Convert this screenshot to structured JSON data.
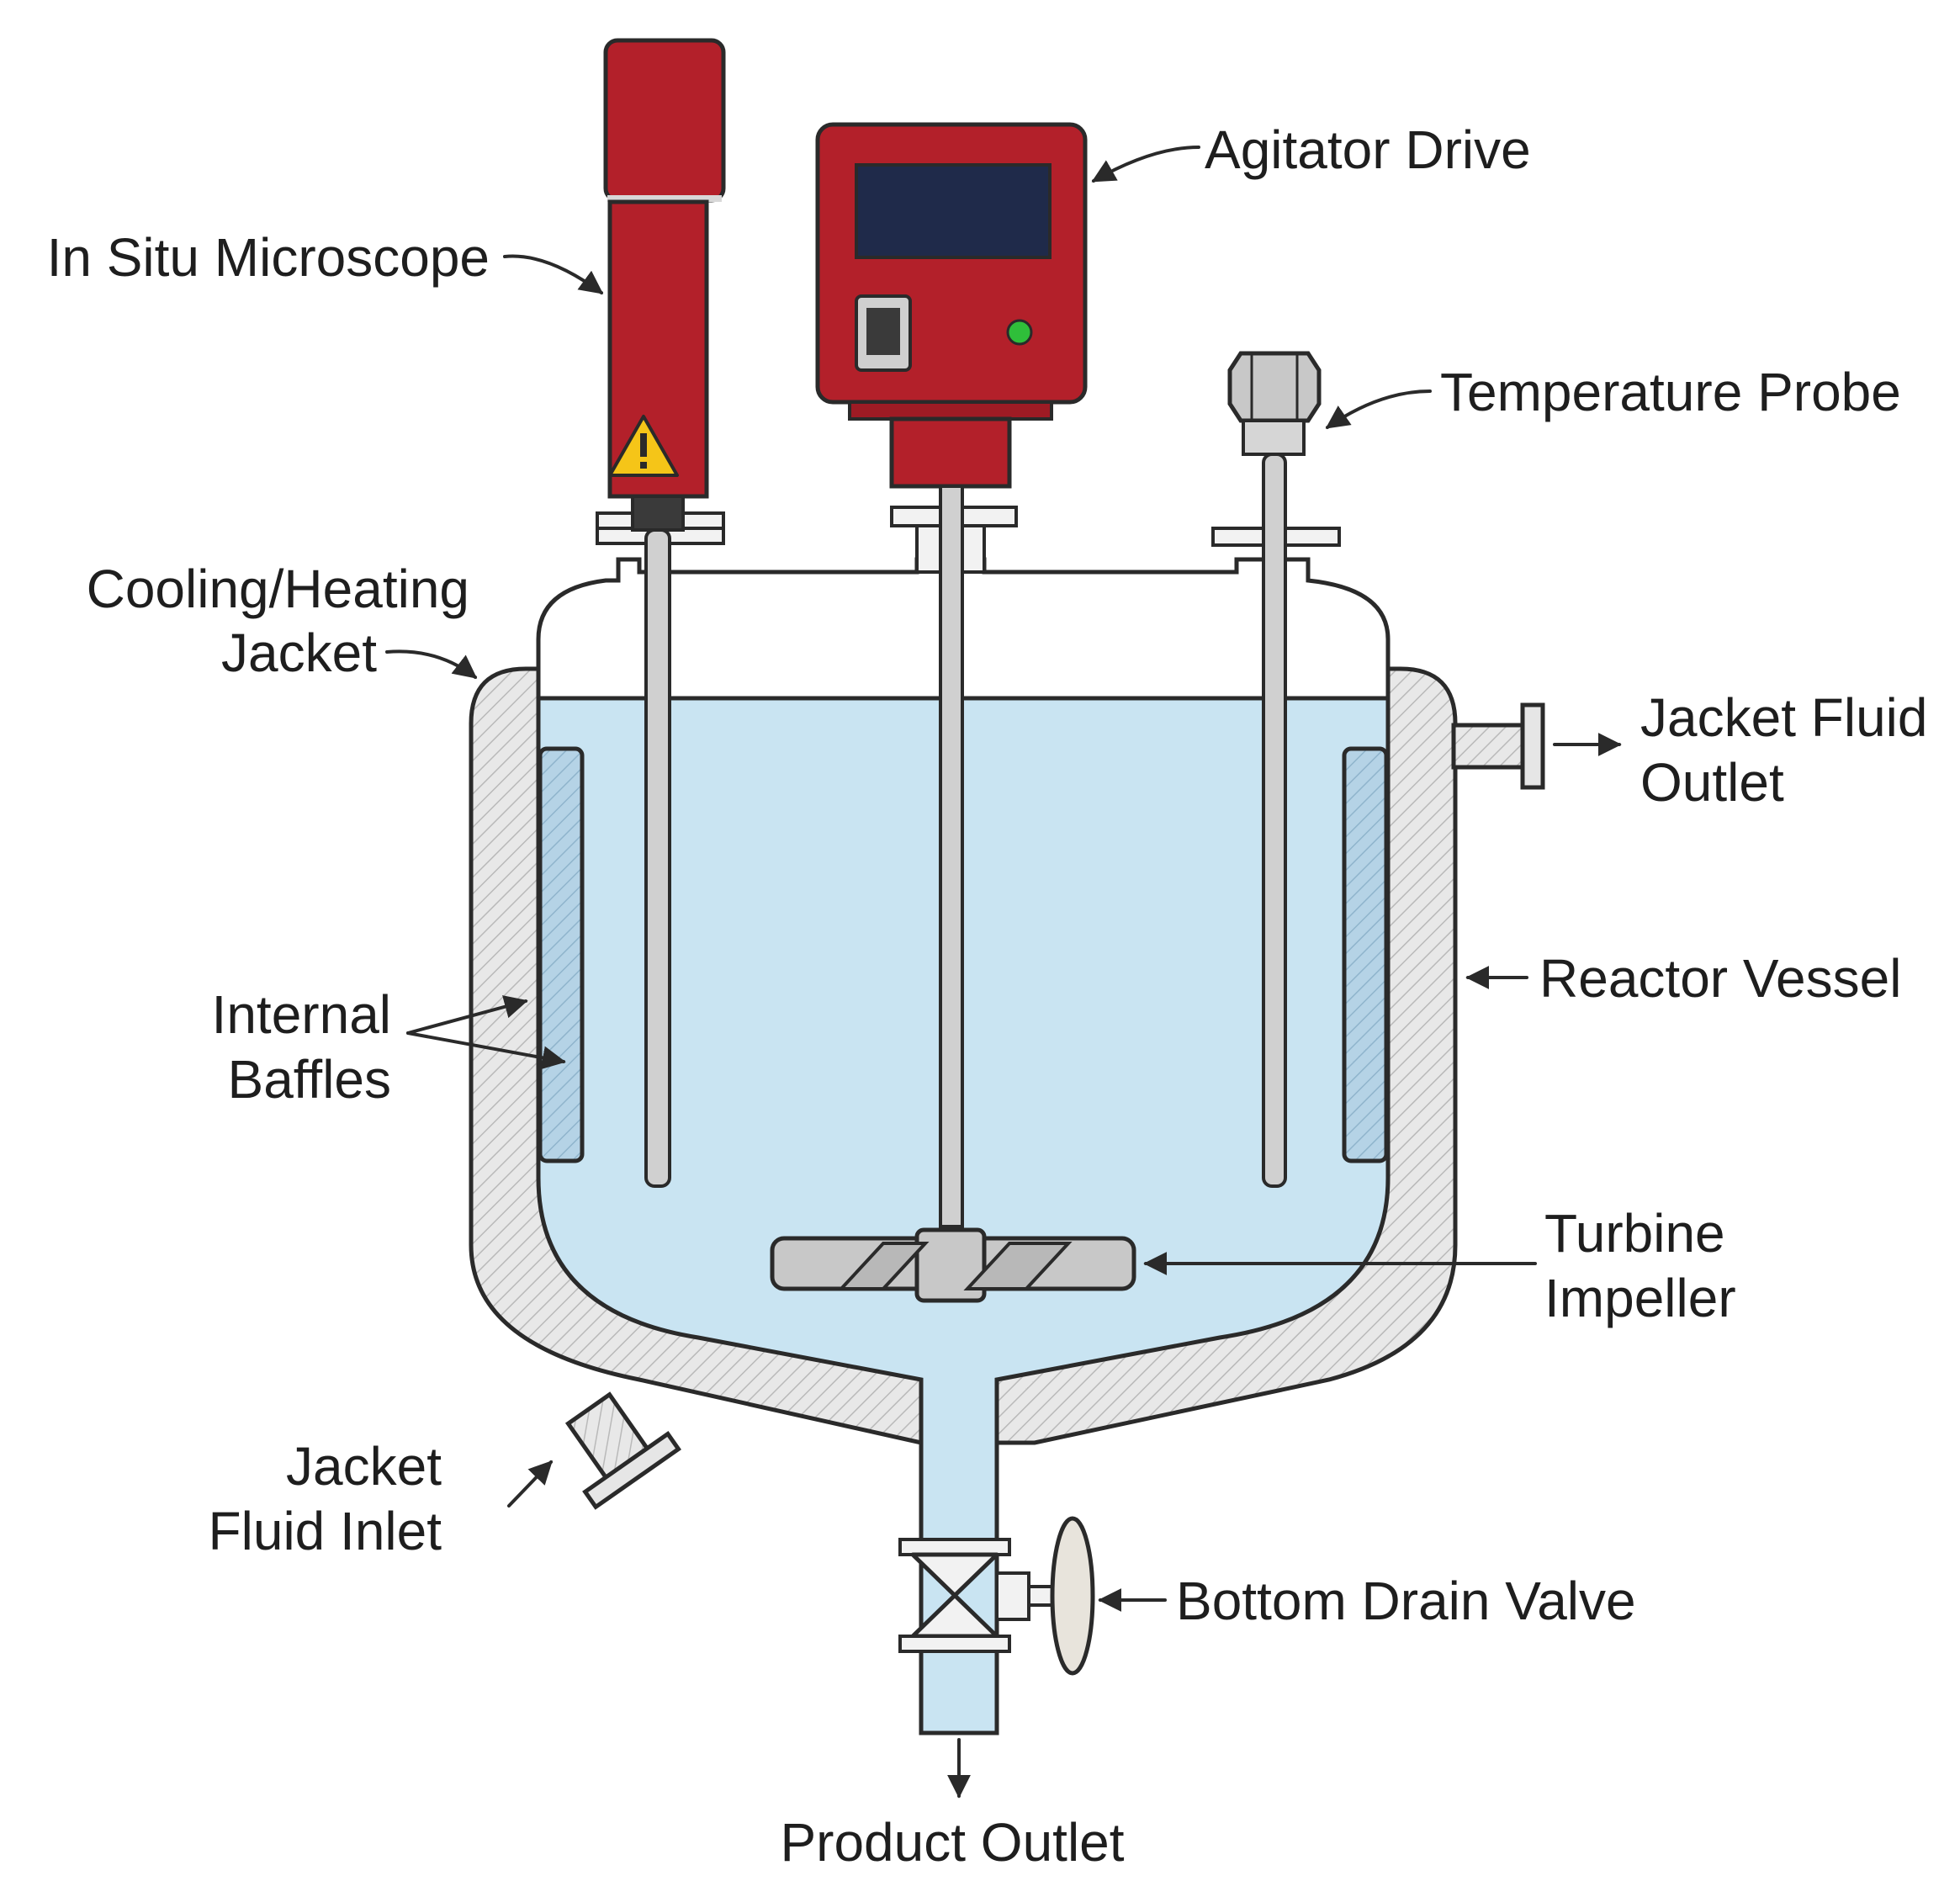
{
  "labels": {
    "in_situ_microscope": "In Situ Microscope",
    "agitator_drive": "Agitator Drive",
    "temperature_probe": "Temperature Probe",
    "cooling_heating_jacket": [
      "Cooling/Heating",
      "Jacket"
    ],
    "jacket_fluid_outlet": [
      "Jacket Fluid",
      "Outlet"
    ],
    "reactor_vessel": "Reactor Vessel",
    "internal_baffles": [
      "Internal",
      "Baffles"
    ],
    "turbine_impeller": [
      "Turbine",
      "Impeller"
    ],
    "jacket_fluid_inlet": [
      "Jacket",
      "Fluid Inlet"
    ],
    "bottom_drain_valve": "Bottom Drain Valve",
    "product_outlet": "Product Outlet"
  },
  "icons": {
    "warning": "warning-triangle-icon",
    "indicator": "green-indicator-light"
  },
  "colors": {
    "red_equipment": "#b3202a",
    "screen": "#1f2a4a",
    "liquid": "#c9e4f2",
    "jacket": "#e6e6e6",
    "metal": "#c8c8c8",
    "indicator": "#2fbf3a",
    "warning": "#f5c518"
  }
}
